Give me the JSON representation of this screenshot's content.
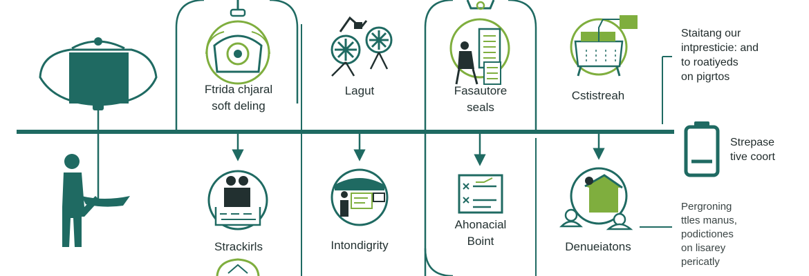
{
  "colors": {
    "teal": "#1f6a62",
    "green": "#7fae3e",
    "dark": "#223030",
    "line": "#236a60"
  },
  "top_row": [
    {
      "lines": [
        "Ftrida chjaral",
        "soft deling"
      ],
      "icon": "camera-icon"
    },
    {
      "lines": [
        "Lagut"
      ],
      "icon": "wheels-icon"
    },
    {
      "lines": [
        "Fasautore",
        "seals"
      ],
      "icon": "person-document-icon"
    },
    {
      "lines": [
        "Cstistreah"
      ],
      "icon": "chart-board-icon"
    }
  ],
  "bottom_row": [
    {
      "lines": [
        "Strackirls"
      ],
      "icon": "group-people-icon"
    },
    {
      "lines": [
        "Intondigrity"
      ],
      "icon": "presentation-icon"
    },
    {
      "lines": [
        "Ahonacial",
        "Boint"
      ],
      "icon": "checklist-icon"
    },
    {
      "lines": [
        "Denueiatons"
      ],
      "icon": "house-people-icon"
    }
  ],
  "side_notes": {
    "top": [
      "Staitang our",
      "intpresticie: and",
      "to roatiyeds",
      "on pigrtos"
    ],
    "middle": [
      "Strepase",
      "tive coort"
    ],
    "bottom": [
      "Pergroning",
      "ttles manus,",
      "podictiones",
      "on lisarey",
      "pericatly"
    ]
  },
  "left_figure": {
    "icons": [
      "lamp-icon",
      "person-icon"
    ]
  }
}
